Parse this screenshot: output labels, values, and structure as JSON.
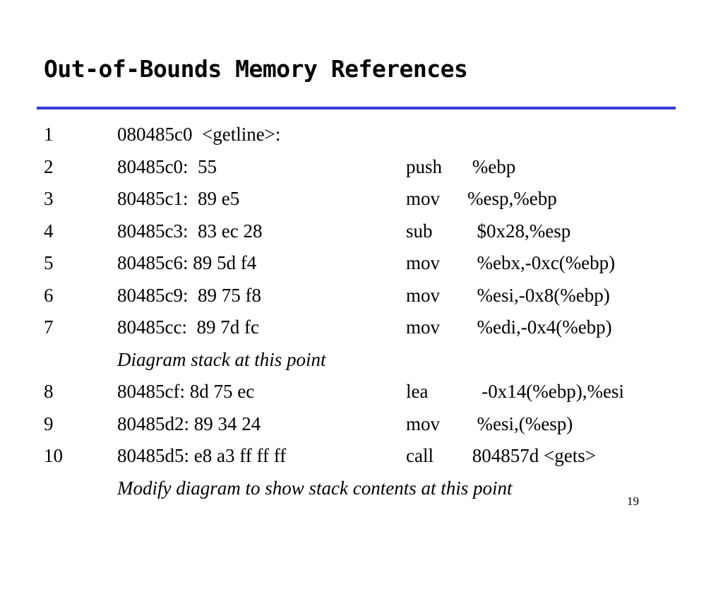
{
  "slide": {
    "title": "Out-of-Bounds Memory References",
    "page_number": "19",
    "rule_color": "#3a3ad6"
  },
  "lines": [
    {
      "num": "1",
      "addr": "080485c0  <getline>:",
      "op": "",
      "args": ""
    },
    {
      "num": "2",
      "addr": "80485c0:  55",
      "op": "push",
      "args": " %ebp"
    },
    {
      "num": "3",
      "addr": "80485c1:  89 e5",
      "op": "mov",
      "args": "%esp,%ebp"
    },
    {
      "num": "4",
      "addr": "80485c3:  83 ec 28",
      "op": "sub",
      "args": "  $0x28,%esp"
    },
    {
      "num": "5",
      "addr": "80485c6: 89 5d f4",
      "op": "mov",
      "args": "  %ebx,-0xc(%ebp)"
    },
    {
      "num": "6",
      "addr": "80485c9:  89 75 f8",
      "op": "mov",
      "args": "  %esi,-0x8(%ebp)"
    },
    {
      "num": "7",
      "addr": "80485cc:  89 7d fc",
      "op": "mov",
      "args": "  %edi,-0x4(%ebp)"
    },
    {
      "note": "Diagram stack at this point"
    },
    {
      "num": "8",
      "addr": "80485cf: 8d 75 ec",
      "op": "lea",
      "args": "   -0x14(%ebp),%esi"
    },
    {
      "num": "9",
      "addr": "80485d2: 89 34 24",
      "op": "mov",
      "args": "  %esi,(%esp)"
    },
    {
      "num": "10",
      "addr": "80485d5: e8 a3 ff ff ff",
      "op": "call",
      "args": " 804857d <gets>"
    },
    {
      "note": "Modify diagram to show stack contents at this point"
    }
  ]
}
